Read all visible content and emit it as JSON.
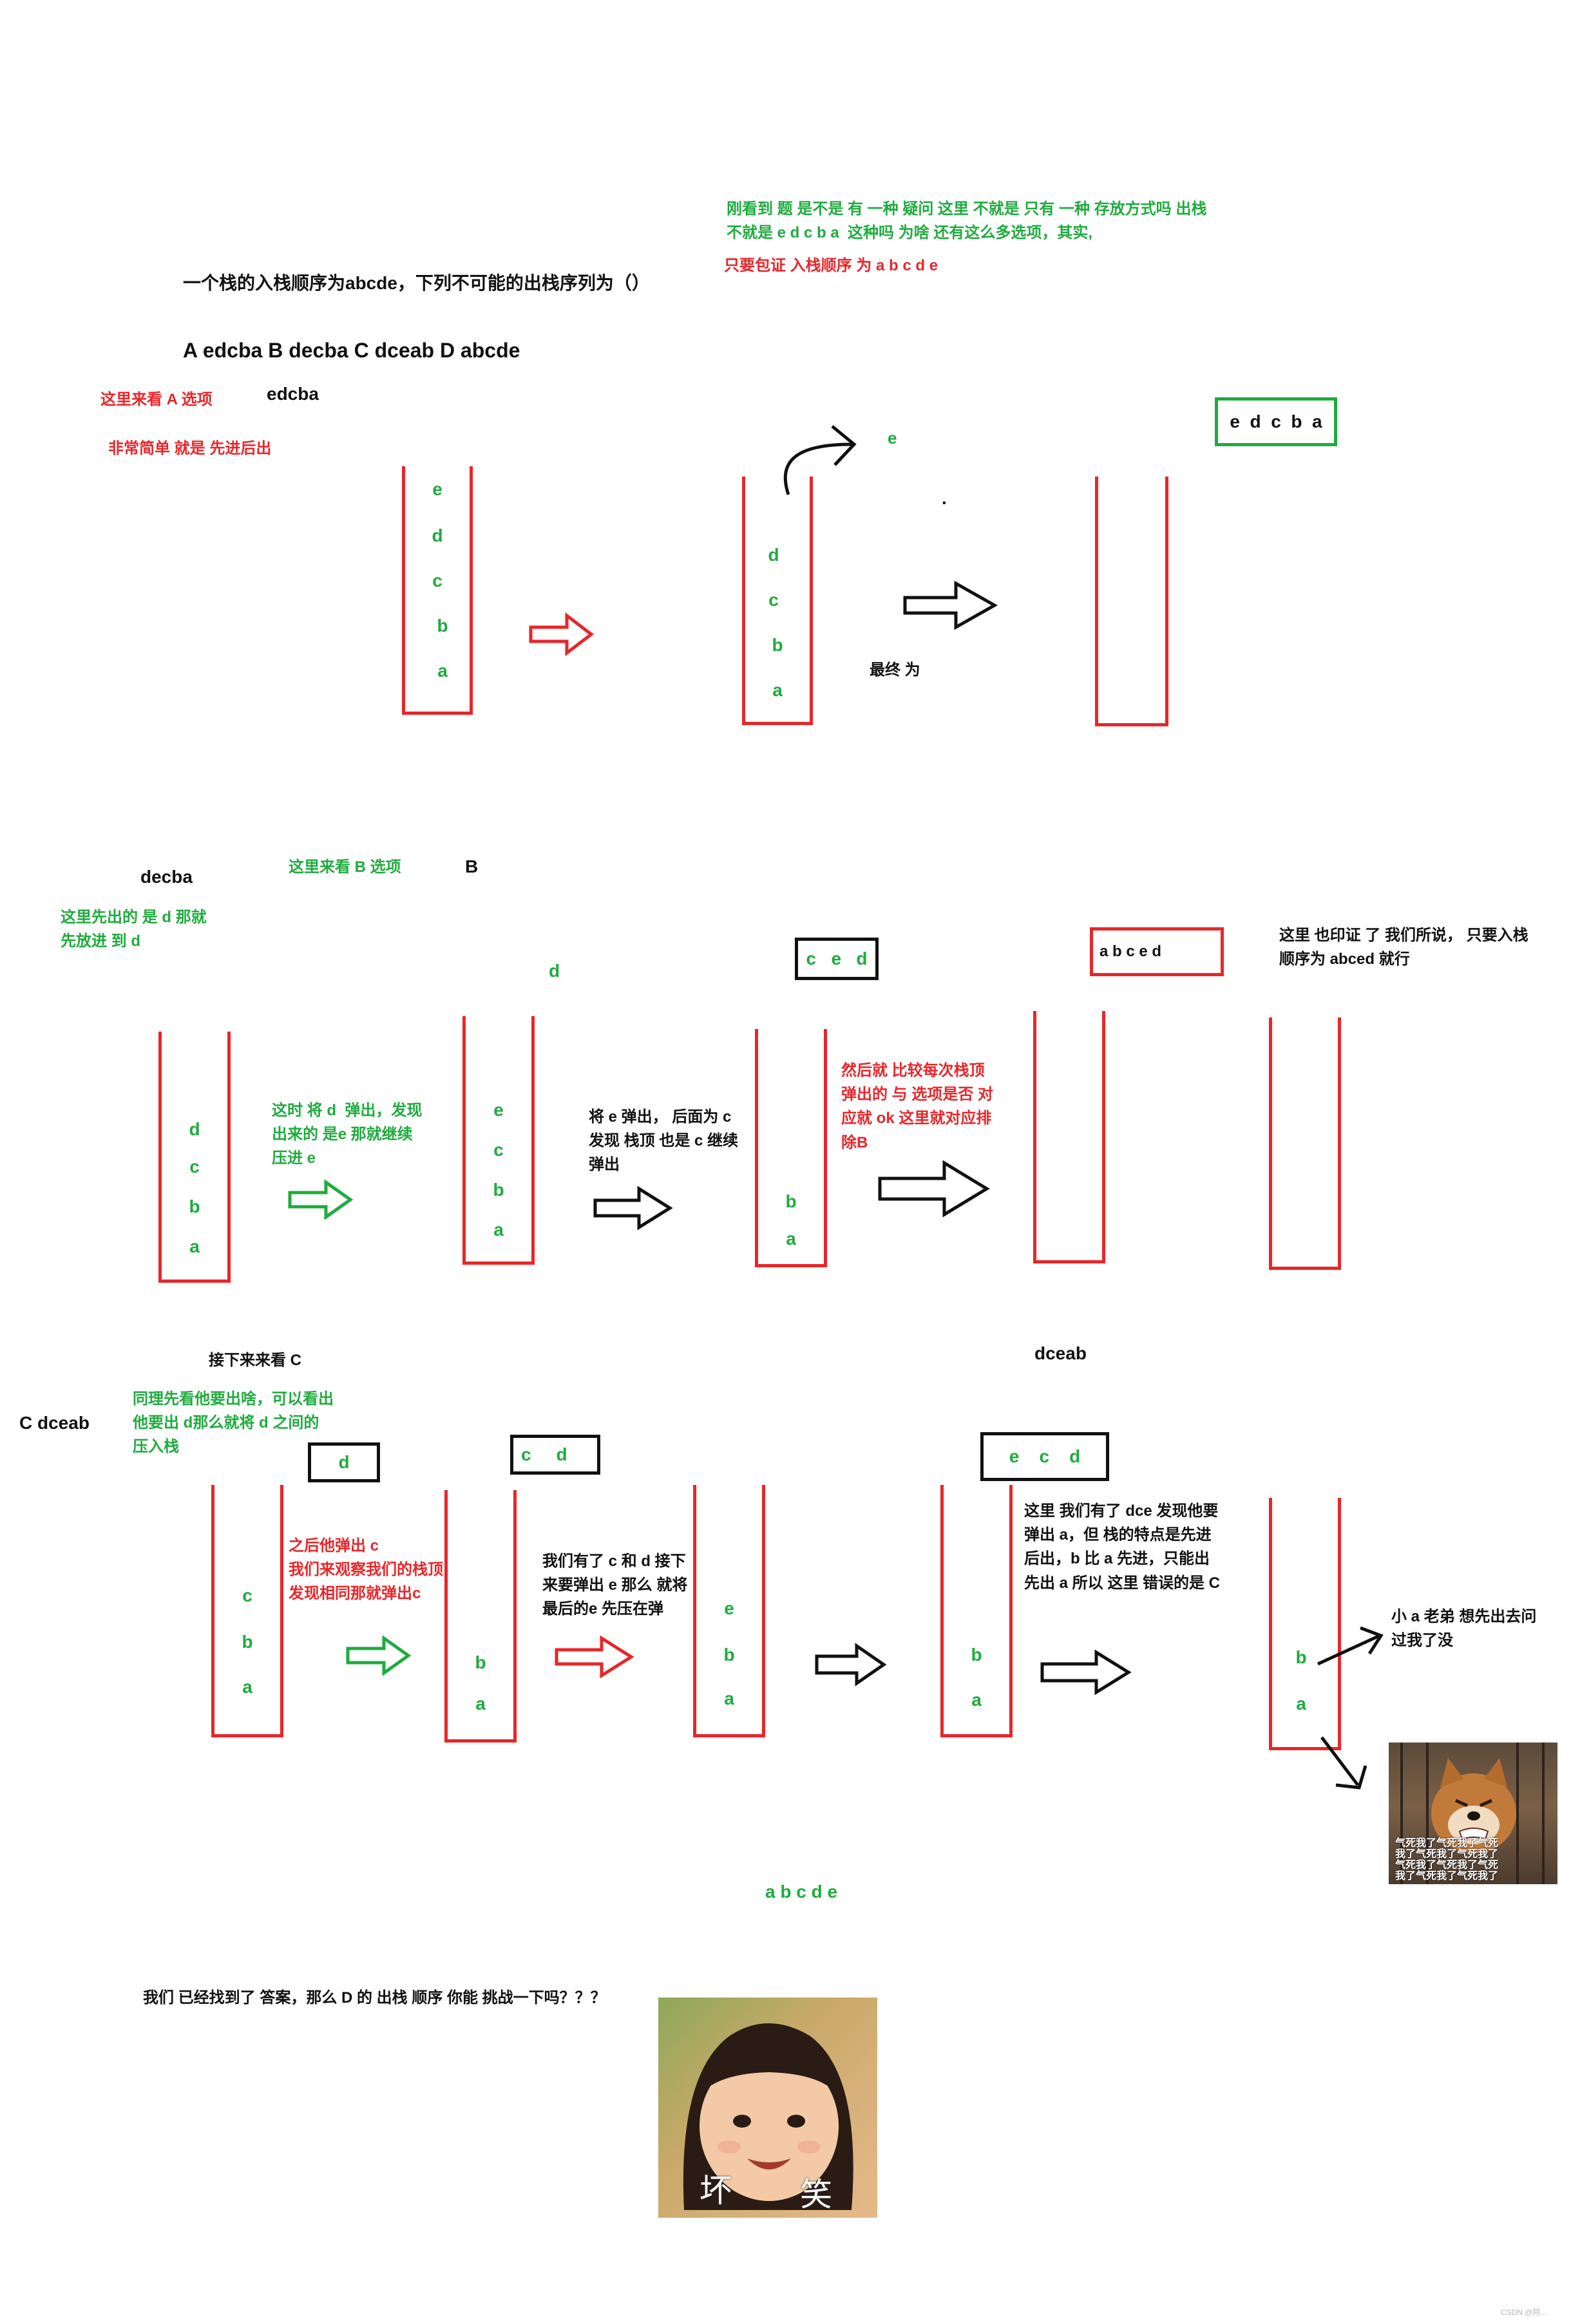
{
  "question": "一个栈的入栈顺序为abcde，下列不可能的出栈序列为（）",
  "options": "A edcba B decba C dceab D abcde",
  "intro_note": "刚看到 题 是不是 有 一种 疑问 这里 不就是 只有 一种 存放方式吗 出栈\n不就是 e d c b a  这种吗 为啥 还有这么多选项，其实,",
  "intro_note_red": "只要包证 入栈顺序 为 a b c d e",
  "section_a": {
    "heading": "这里来看 A 选项",
    "sequence": "edcba",
    "note": "非常简单 就是 先进后出",
    "stack1": [
      "e",
      "d",
      "c",
      "b",
      "a"
    ],
    "popped": "e",
    "stack2": [
      "d",
      "c",
      "b",
      "a"
    ],
    "dot": ".",
    "final_label": "最终 为",
    "result": "e  d  c  b  a"
  },
  "section_b": {
    "heading": "这里来看 B 选项",
    "letter": "B",
    "sequence": "decba",
    "note": "这里先出的 是 d 那就\n先放进 到 d",
    "stack1": [
      "d",
      "c",
      "b",
      "a"
    ],
    "note2": "这时 将 d  弹出，发现\n出来的 是e 那就继续\n压进 e",
    "popped": "d",
    "stack2": [
      "e",
      "c",
      "b",
      "a"
    ],
    "note3": "将 e 弹出， 后面为 c\n发现 栈顶 也是 c 继续\n弹出",
    "box3": "c   e   d",
    "stack3": [
      "b",
      "a"
    ],
    "note4": "然后就 比较每次栈顶\n弹出的 与 选项是否 对\n应就 ok 这里就对应排\n除B",
    "result": "a b c e d",
    "conclusion": "这里 也印证 了 我们所说， 只要入栈\n顺序为 abced 就行"
  },
  "section_c": {
    "heading": "接下来来看   C",
    "label": "C dceab",
    "sequence": "dceab",
    "note": "同理先看他要出啥，可以看出\n他要出 d那么就将 d 之间的\n压入栈",
    "box1": "d",
    "stack1": [
      "c",
      "b",
      "a"
    ],
    "note2": "之后他弹出 c\n我们来观察我们的栈顶\n发现相同那就弹出c",
    "box2": "c     d",
    "stack2": [
      "b",
      "a"
    ],
    "note3": "我们有了 c 和 d 接下\n来要弹出 e 那么 就将\n最后的e 先压在弹",
    "stack3": [
      "e",
      "b",
      "a"
    ],
    "box4": "e    c    d",
    "stack4": [
      "b",
      "a"
    ],
    "note4": "这里 我们有了 dce 发现他要\n弹出 a，但 栈的特点是先进\n后出，b 比 a 先进，只能出\n先出 a 所以 这里 错误的是 C",
    "stack5": [
      "b",
      "a"
    ],
    "joke": "小 a 老弟 想先出去问\n过我了没",
    "meme_text": "气死我了气死我了气死\n我了气死我了气死我了\n气死我了气死我了气死\n我了气死我了气死我了"
  },
  "section_d": {
    "sequence": "a  b  c  d  e",
    "question": "我们 已经找到了 答案，那么 D 的 出栈 顺序 你能 挑战一下吗？？？",
    "meme_left": "坏",
    "meme_right": "笑"
  },
  "colors": {
    "red": "#e8262a",
    "green": "#1fab3e",
    "black": "#111111"
  },
  "footer": "CSDN @阿..."
}
